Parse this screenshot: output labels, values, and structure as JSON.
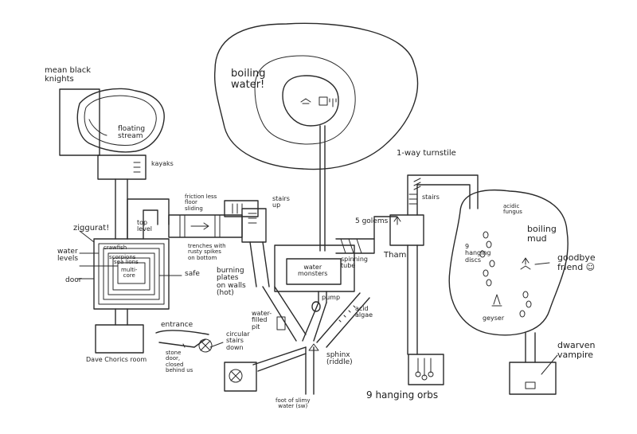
{
  "labels": {
    "mean_black_knights": "mean black\nknights",
    "floating_stream": "floating\nstream",
    "kayaks": "kayaks",
    "ziggurat": "ziggurat!",
    "top_level": "top\nlevel",
    "water_levels": "water\nlevels",
    "crawfish": "crawfish",
    "scorpions": "scorpions",
    "sea_lions": "sea lions",
    "multi_core": "multi-\ncore",
    "door": "door",
    "safe": "safe",
    "dave_chorics_room": "Dave Chorics room",
    "frictionless_floor": "friction less\nfloor\nsliding",
    "trenches": "trenches with\nrusty spikes\non bottom",
    "stairs_up": "stairs\nup",
    "burning_plates": "burning\nplates\non walls\n(hot)",
    "boiling_water": "boiling\nwater!",
    "water_monsters": "water\nmonsters",
    "spinning_tube": "spinning\ntube",
    "five_golems": "5 golems",
    "tham": "Tham",
    "one_way_turnstile": "1-way turnstile",
    "stairs": "stairs",
    "pump": "pump",
    "acid_algae": "acid\nalgae",
    "water_filled_pit": "water-\nfilled\npit",
    "sphinx": "sphinx\n(riddle)",
    "entrance": "entrance",
    "stone_door": "stone\ndoor,\nclosed\nbehind us",
    "circular_stairs": "circular\nstairs\ndown",
    "foot_of_slimy_water": "foot of slimy\nwater (sw)",
    "nine_hanging_orbs": "9 hanging orbs",
    "acidic_fungus": "acidic\nfungus",
    "boiling_mud": "boiling\nmud",
    "nine_hanging_discs": "9\nhanging\ndiscs",
    "goodbye_friend": "goodbye\nfriend ☺",
    "geyser": "geyser",
    "dwarven_vampire": "dwarven\nvampire"
  },
  "colors": {
    "ink": "#2a2a2a",
    "paper": "#ffffff"
  }
}
